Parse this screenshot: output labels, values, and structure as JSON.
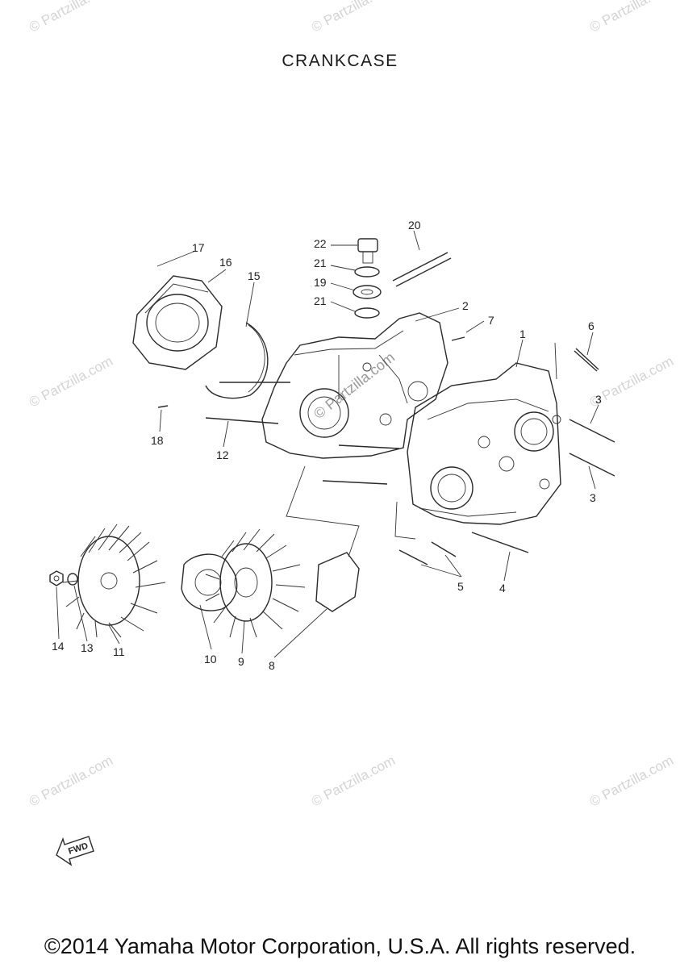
{
  "title": "CRANKCASE",
  "copyright": "©2014 Yamaha Motor Corporation, U.S.A. All rights reserved.",
  "watermark_text": "© Partzilla.com",
  "fwd_label": "FWD",
  "callouts": [
    {
      "id": "c1",
      "label": "1"
    },
    {
      "id": "c2",
      "label": "2"
    },
    {
      "id": "c3a",
      "label": "3"
    },
    {
      "id": "c3b",
      "label": "3"
    },
    {
      "id": "c4",
      "label": "4"
    },
    {
      "id": "c5",
      "label": "5"
    },
    {
      "id": "c6",
      "label": "6"
    },
    {
      "id": "c7",
      "label": "7"
    },
    {
      "id": "c8",
      "label": "8"
    },
    {
      "id": "c9",
      "label": "9"
    },
    {
      "id": "c10",
      "label": "10"
    },
    {
      "id": "c11",
      "label": "11"
    },
    {
      "id": "c12",
      "label": "12"
    },
    {
      "id": "c13",
      "label": "13"
    },
    {
      "id": "c14",
      "label": "14"
    },
    {
      "id": "c15",
      "label": "15"
    },
    {
      "id": "c16",
      "label": "16"
    },
    {
      "id": "c17",
      "label": "17"
    },
    {
      "id": "c18",
      "label": "18"
    },
    {
      "id": "c19",
      "label": "19"
    },
    {
      "id": "c20",
      "label": "20"
    },
    {
      "id": "c21a",
      "label": "21"
    },
    {
      "id": "c21b",
      "label": "21"
    },
    {
      "id": "c22",
      "label": "22"
    }
  ]
}
